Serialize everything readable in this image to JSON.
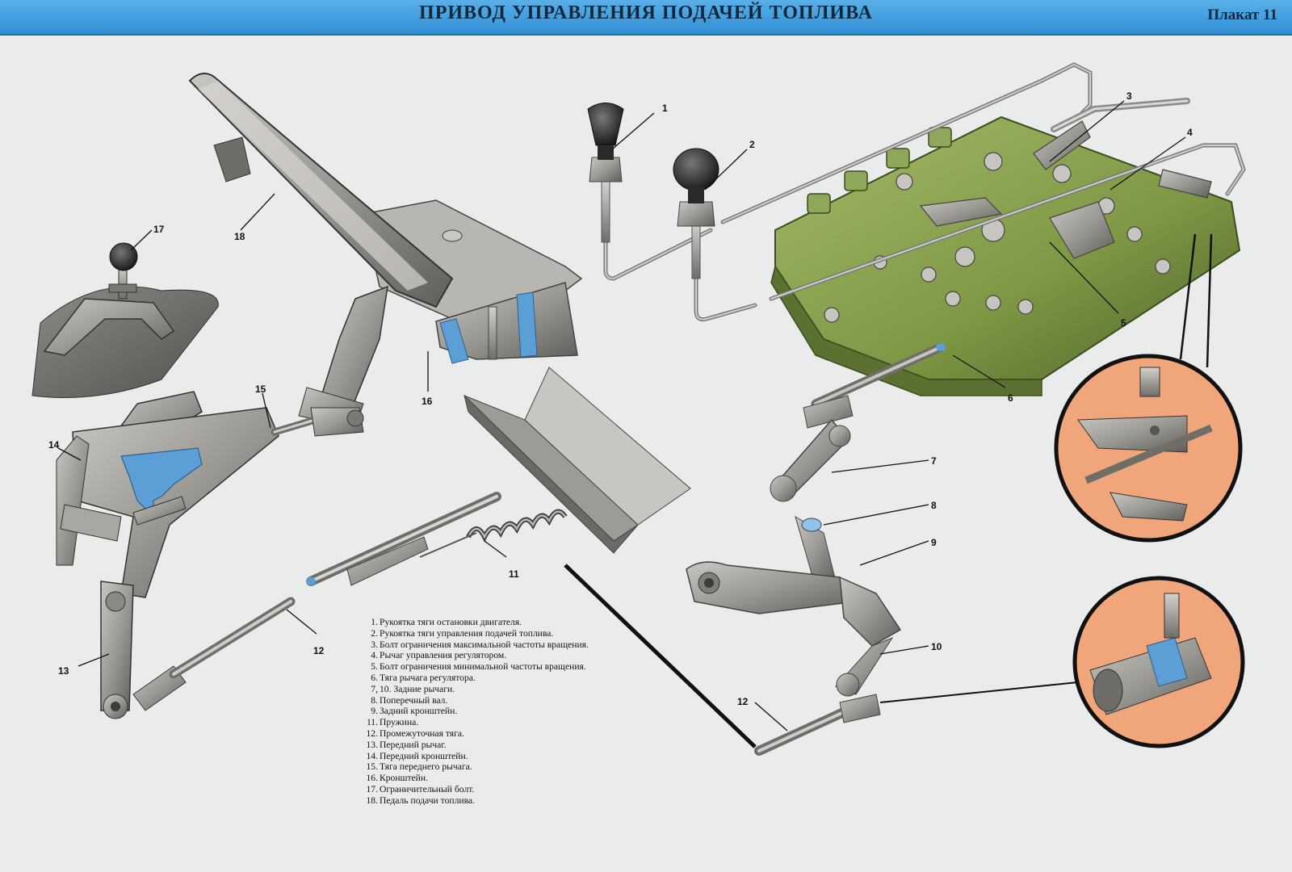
{
  "header": {
    "title": "ПРИВОД УПРАВЛЕНИЯ ПОДАЧЕЙ ТОПЛИВА",
    "plate": "Плакат 11"
  },
  "callouts": [
    "1",
    "2",
    "3",
    "4",
    "5",
    "6",
    "7",
    "8",
    "9",
    "10",
    "11",
    "12",
    "12",
    "13",
    "14",
    "15",
    "16",
    "17",
    "18"
  ],
  "legend": [
    {
      "n": "1.",
      "text": "Рукоятка тяги остановки двигателя."
    },
    {
      "n": "2.",
      "text": "Рукоятка тяги управления подачей топлива."
    },
    {
      "n": "3.",
      "text": "Болт ограничения максимальной частоты вращения."
    },
    {
      "n": "4.",
      "text": "Рычаг управления регулятором."
    },
    {
      "n": "5.",
      "text": "Болт ограничения минимальной частоты вращения."
    },
    {
      "n": "6.",
      "text": "Тяга рычага регулятора."
    },
    {
      "n": "7,",
      "text": "10. Задние рычаги."
    },
    {
      "n": "8.",
      "text": "Поперечный вал."
    },
    {
      "n": "9.",
      "text": "Задний кронштейн."
    },
    {
      "n": "11.",
      "text": "Пружина."
    },
    {
      "n": "12.",
      "text": "Промежуточная тяга."
    },
    {
      "n": "13.",
      "text": "Передний рычаг."
    },
    {
      "n": "14.",
      "text": "Передний кронштейн."
    },
    {
      "n": "15.",
      "text": "Тяга переднего рычага."
    },
    {
      "n": "16.",
      "text": "Кронштейн."
    },
    {
      "n": "17.",
      "text": "Ограничительный болт."
    },
    {
      "n": "18.",
      "text": "Педаль подачи топлива."
    }
  ],
  "colors": {
    "header_blue": "#3a9be0",
    "engine_green": "#7f9a45",
    "metal_gray": "#9a9892",
    "detail_circle": "#f0a57a",
    "section_blue": "#5b9fd6",
    "background": "#e9ecea"
  }
}
